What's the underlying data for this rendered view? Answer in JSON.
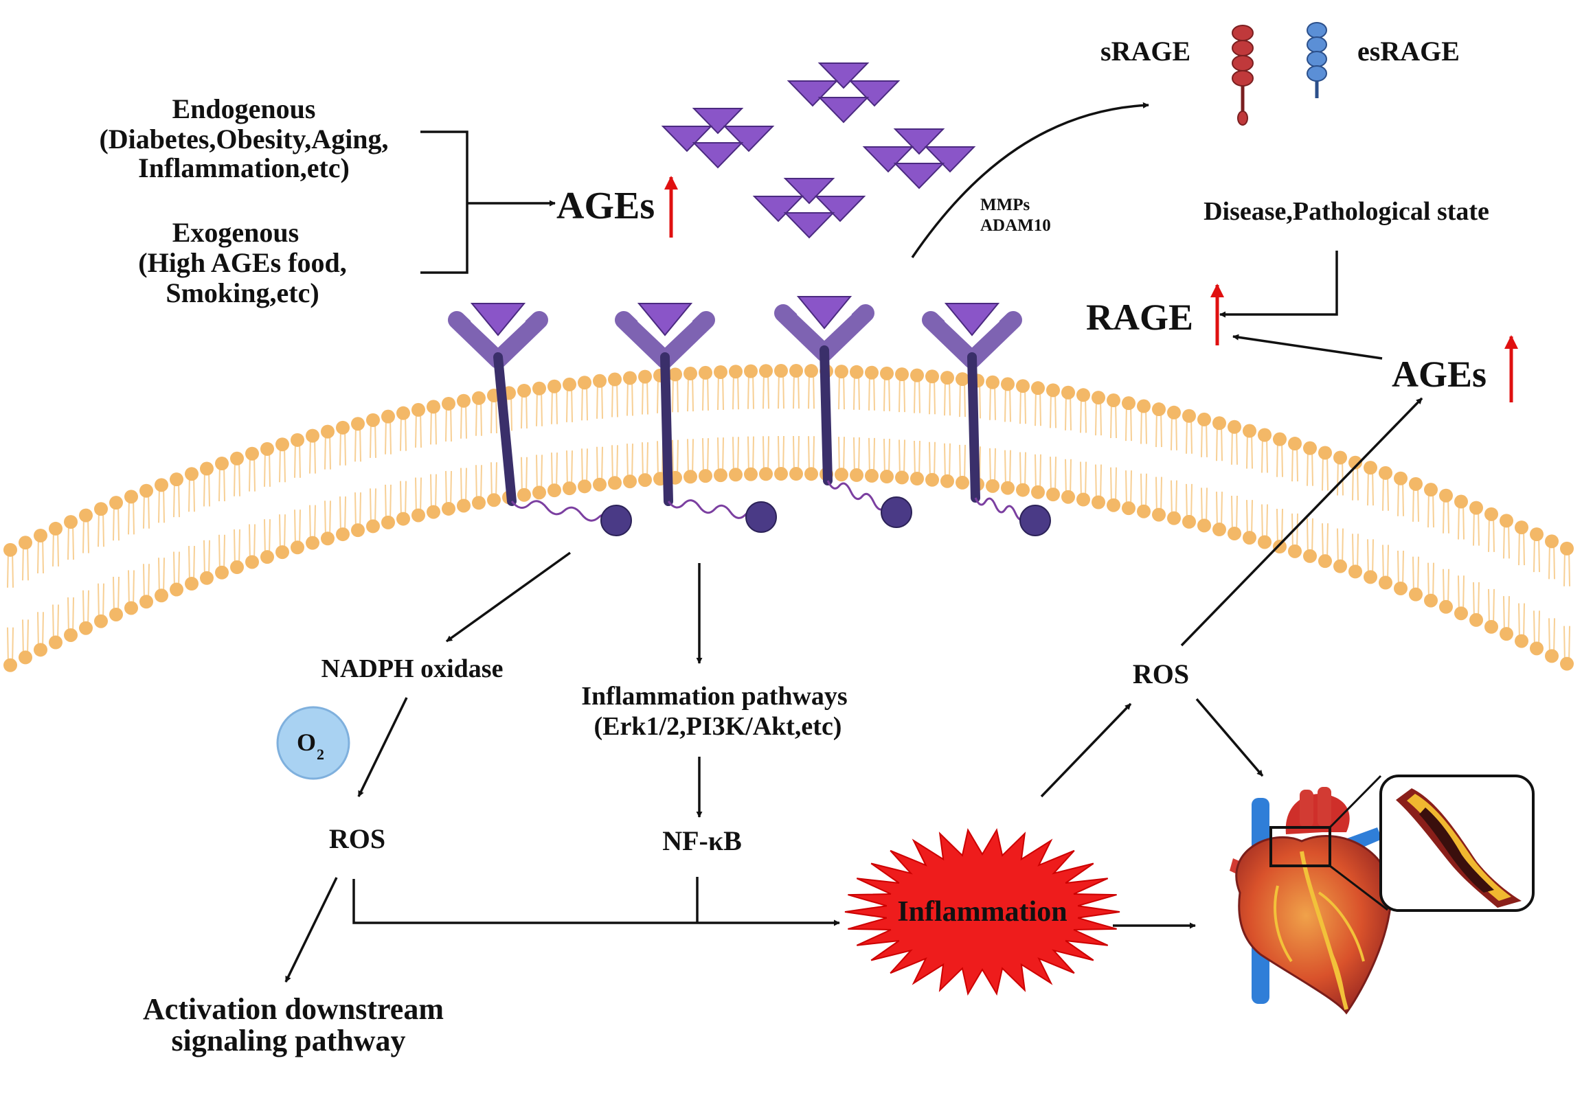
{
  "sources": {
    "endogenous_title": "Endogenous",
    "endogenous_line1": "(Diabetes,Obesity,Aging,",
    "endogenous_line2": "Inflammation,etc)",
    "exogenous_title": "Exogenous",
    "exogenous_line1": "(High AGEs food,",
    "exogenous_line2": "Smoking,etc)"
  },
  "ages_left": "AGEs",
  "ages_right": "AGEs",
  "soluble": {
    "srage": "sRAGE",
    "esrage": "esRAGE",
    "enzyme1": "MMPs",
    "enzyme2": "ADAM10"
  },
  "disease_state": "Disease,Pathological state",
  "rage": "RAGE",
  "nadph": "NADPH oxidase",
  "o2_letter": "O",
  "o2_sub": "2",
  "ros_left": "ROS",
  "ros_right": "ROS",
  "inflam_path_line1": "Inflammation pathways",
  "inflam_path_line2": "(Erk1/2,PI3K/Akt,etc)",
  "nfkb": "NF-κB",
  "inflammation": "Inflammation",
  "downstream_line1": "Activation downstream",
  "downstream_line2": "signaling pathway",
  "colors": {
    "purple": "#8a55c8",
    "receptor": "#4a3a7a",
    "lipid": "#f3b867",
    "red_arrow": "#e01010",
    "starburst": "#ee1c1c",
    "o2_fill": "#a9d2f2"
  }
}
